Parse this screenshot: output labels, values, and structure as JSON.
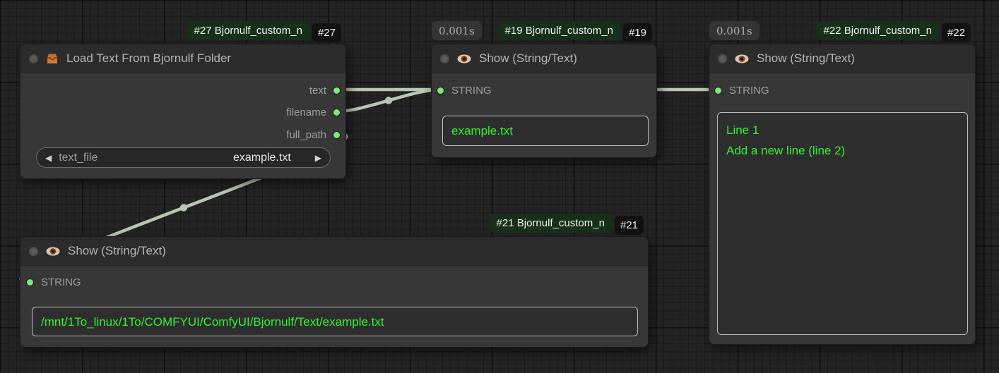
{
  "colors": {
    "canvas-bg": "#242424",
    "node-bg": "#373737",
    "title-bg": "#2c2c2c",
    "title-text": "#b4b4b4",
    "slot-label": "#9e9e9e",
    "green-text": "#33f033",
    "slot-dot": "#7be97b",
    "wire": "#b9c7b2",
    "badge-green-bg": "#17301a",
    "badge-dark-bg": "#121212",
    "badge-text": "#f0f0f0",
    "time-badge-bg": "#343434",
    "time-badge-text": "#b0b0b0"
  },
  "links": [
    {
      "from": "#27.text",
      "to": "#22.STRING"
    },
    {
      "from": "#27.filename",
      "to": "#19.STRING"
    },
    {
      "from": "#27.full_path",
      "to": "#21.STRING"
    }
  ],
  "nodes": [
    {
      "badge_source": "#27 Bjornulf_custom_n",
      "badge_id": "#27",
      "title": "Load Text From Bjornulf Folder",
      "icon": "inbox-tray-icon",
      "outputs": [
        {
          "name": "text"
        },
        {
          "name": "filename"
        },
        {
          "name": "full_path"
        }
      ],
      "widget": {
        "name": "text_file",
        "value": "example.txt",
        "prev_arrow": "◀",
        "next_arrow": "▶"
      }
    },
    {
      "exec_time": "0.001s",
      "badge_source": "#19 Bjornulf_custom_n",
      "badge_id": "#19",
      "title": "Show (String/Text)",
      "icon": "eye-icon",
      "inputs": [
        {
          "name": "STRING"
        }
      ],
      "text_value": "example.txt"
    },
    {
      "exec_time": "0.001s",
      "badge_source": "#22 Bjornulf_custom_n",
      "badge_id": "#22",
      "title": "Show (String/Text)",
      "icon": "eye-icon",
      "inputs": [
        {
          "name": "STRING"
        }
      ],
      "text_value": "Line 1\nAdd a new line (line 2)"
    },
    {
      "badge_source": "#21 Bjornulf_custom_n",
      "badge_id": "#21",
      "title": "Show (String/Text)",
      "icon": "eye-icon",
      "inputs": [
        {
          "name": "STRING"
        }
      ],
      "text_value": "/mnt/1To_linux/1To/COMFYUI/ComfyUI/Bjornulf/Text/example.txt"
    }
  ]
}
